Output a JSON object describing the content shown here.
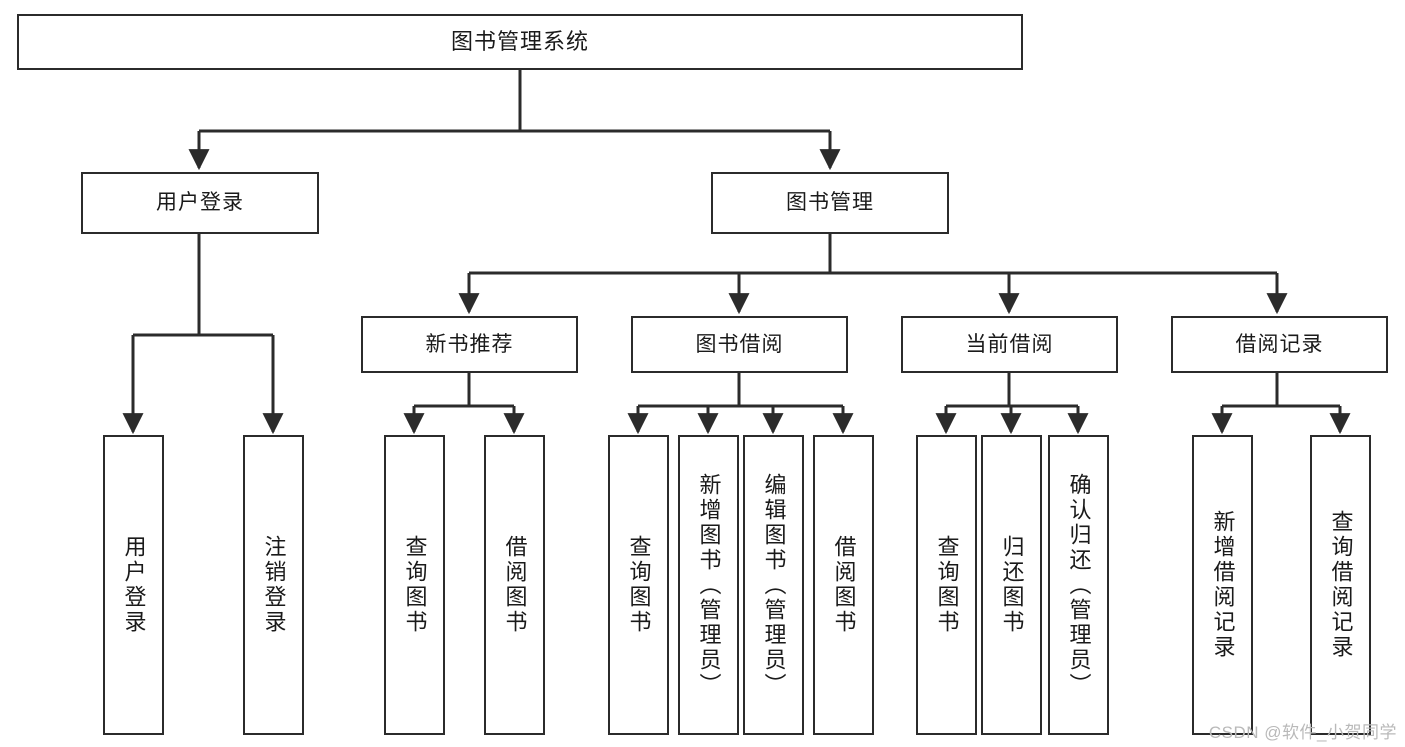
{
  "diagram": {
    "title": "图书管理系统",
    "type": "tree-hierarchy",
    "watermark": "CSDN @软件_小贺同学",
    "colors": {
      "border": "#2b2b2b",
      "background": "#ffffff",
      "text": "#1a1a1a",
      "watermark": "#b9b9b9"
    }
  },
  "nodes": {
    "root": {
      "label": "图书管理系统"
    },
    "level2": [
      {
        "id": "user-login",
        "label": "用户登录"
      },
      {
        "id": "book-manage",
        "label": "图书管理"
      }
    ],
    "level3": [
      {
        "id": "new-book-recommend",
        "label": "新书推荐"
      },
      {
        "id": "book-borrow",
        "label": "图书借阅"
      },
      {
        "id": "current-borrow",
        "label": "当前借阅"
      },
      {
        "id": "borrow-record",
        "label": "借阅记录"
      }
    ],
    "leaves": {
      "user-login": [
        {
          "id": "leaf-user-login",
          "label": "用户登录"
        },
        {
          "id": "leaf-logout",
          "label": "注销登录"
        }
      ],
      "new-book-recommend": [
        {
          "id": "leaf-query-book-1",
          "label": "查询图书"
        },
        {
          "id": "leaf-borrow-book-1",
          "label": "借阅图书"
        }
      ],
      "book-borrow": [
        {
          "id": "leaf-query-book-2",
          "label": "查询图书"
        },
        {
          "id": "leaf-add-book",
          "label": "新增图书（管理员）"
        },
        {
          "id": "leaf-edit-book",
          "label": "编辑图书（管理员）"
        },
        {
          "id": "leaf-borrow-book-2",
          "label": "借阅图书"
        }
      ],
      "current-borrow": [
        {
          "id": "leaf-query-book-3",
          "label": "查询图书"
        },
        {
          "id": "leaf-return-book",
          "label": "归还图书"
        },
        {
          "id": "leaf-confirm-return",
          "label": "确认归还（管理员）"
        }
      ],
      "borrow-record": [
        {
          "id": "leaf-add-record",
          "label": "新增借阅记录"
        },
        {
          "id": "leaf-query-record",
          "label": "查询借阅记录"
        }
      ]
    }
  }
}
